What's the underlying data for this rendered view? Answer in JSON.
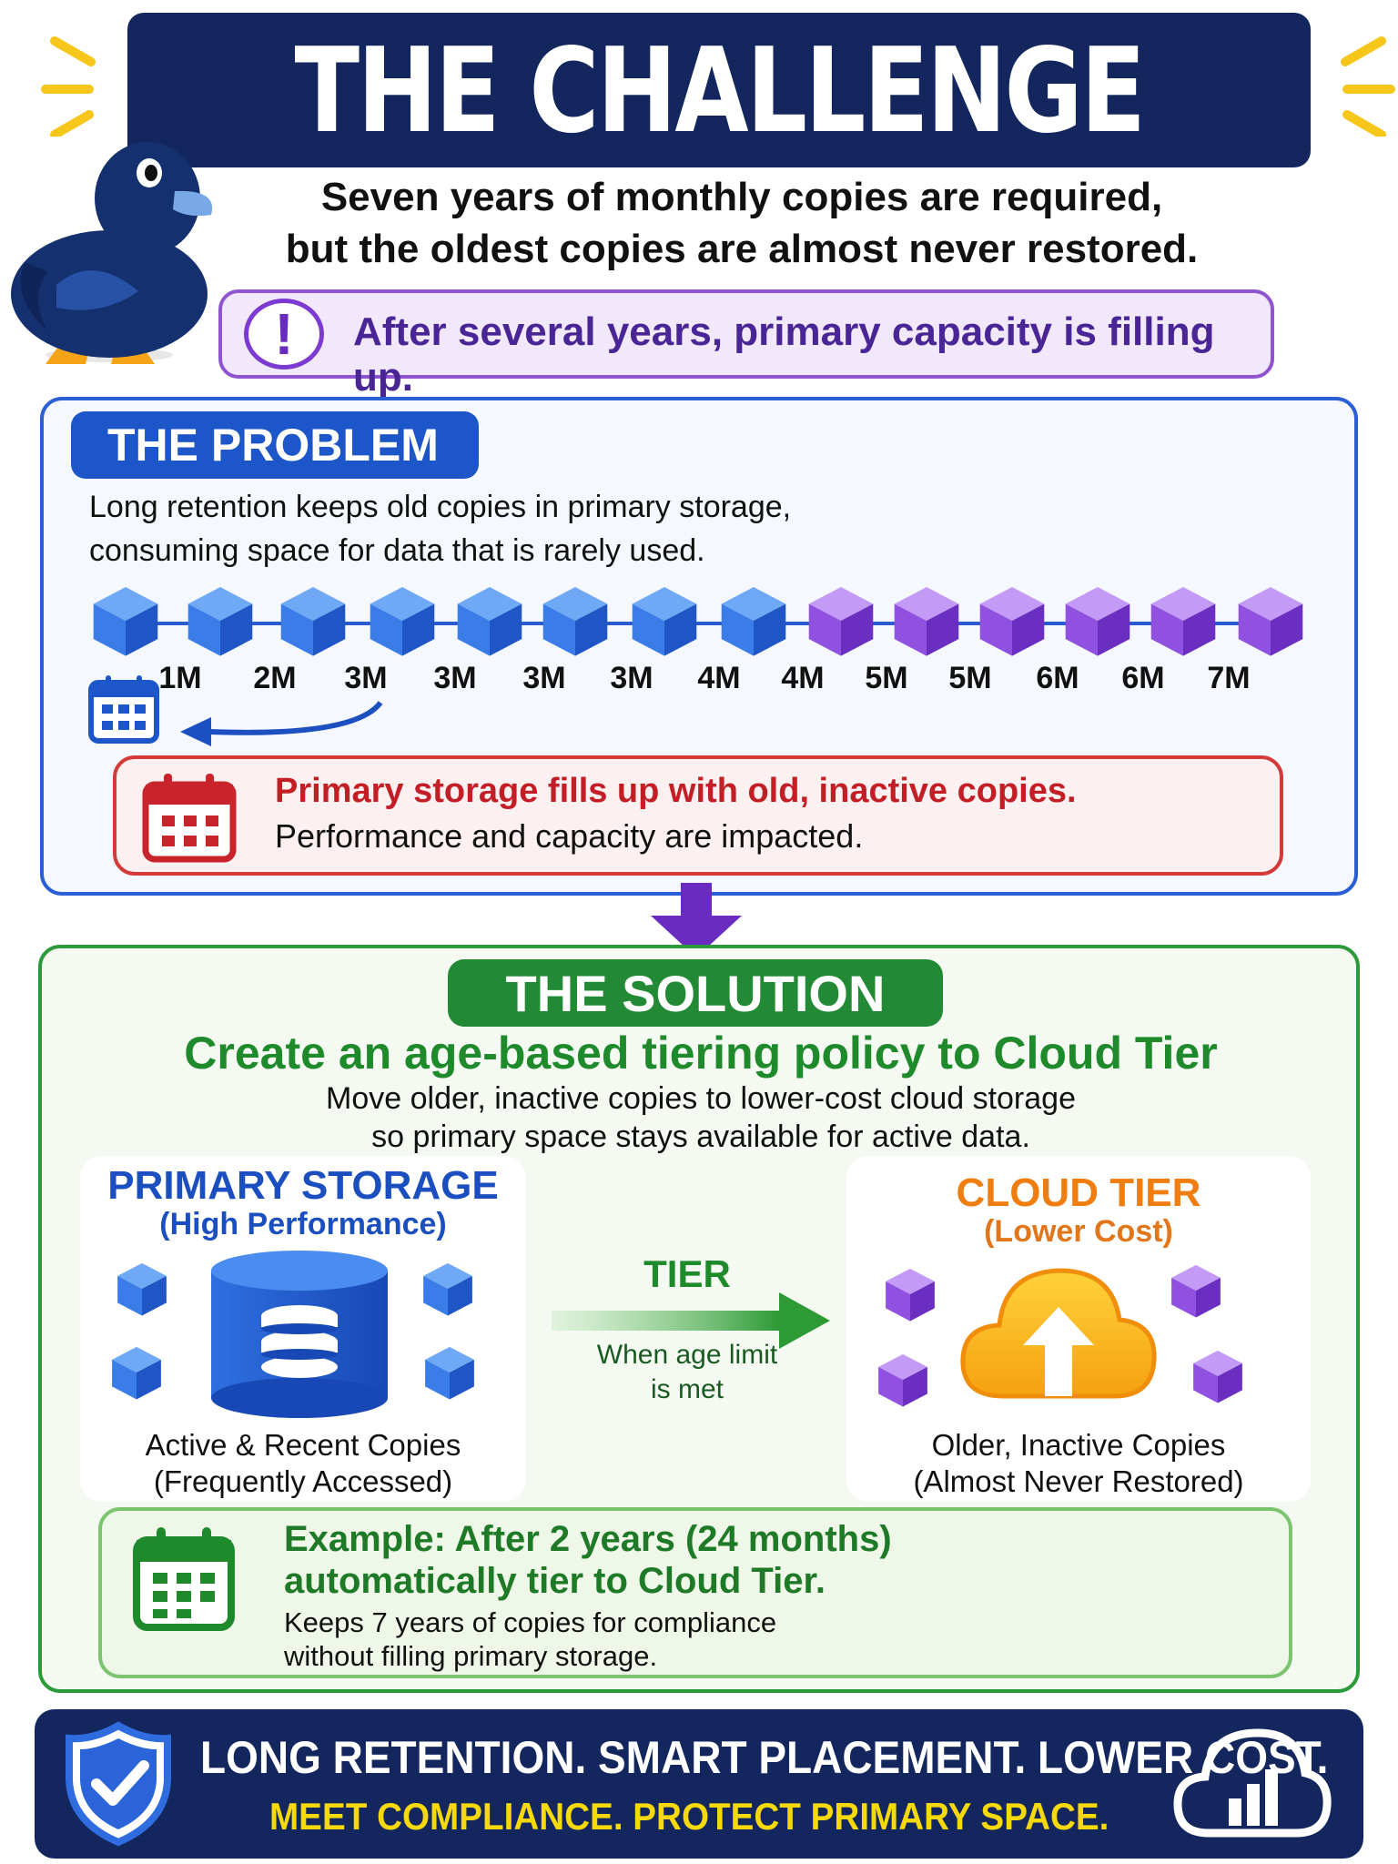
{
  "header": {
    "title": "THE CHALLENGE",
    "subtitle_line1": "Seven years of monthly copies are required,",
    "subtitle_line2": "but the oldest copies are almost never restored.",
    "alert_text": "After several years, primary capacity is filling up."
  },
  "problem": {
    "label": "THE PROBLEM",
    "desc_line1": "Long retention keeps old copies in primary storage,",
    "desc_line2": "consuming space for data that is rarely used.",
    "timeline_labels": [
      "1M",
      "2M",
      "3M",
      "3M",
      "3M",
      "3M",
      "4M",
      "4M",
      "5M",
      "5M",
      "6M",
      "6M",
      "7M"
    ],
    "warning_title": "Primary storage fills up with old, inactive copies.",
    "warning_sub": "Performance and capacity are impacted."
  },
  "solution": {
    "label": "THE SOLUTION",
    "headline": "Create an age-based tiering policy to Cloud Tier",
    "sub_line1": "Move older, inactive copies to lower-cost cloud storage",
    "sub_line2": "so primary space stays available for active data.",
    "primary": {
      "title": "PRIMARY STORAGE",
      "subtitle": "(High Performance)",
      "caption_line1": "Active & Recent Copies",
      "caption_line2": "(Frequently Accessed)"
    },
    "tier": {
      "label": "TIER",
      "sub_line1": "When age limit",
      "sub_line2": "is met"
    },
    "cloud": {
      "title": "CLOUD TIER",
      "subtitle": "(Lower Cost)",
      "caption_line1": "Older, Inactive Copies",
      "caption_line2": "(Almost Never Restored)"
    },
    "example": {
      "title_line1": "Example: After 2 years (24 months)",
      "title_line2": "automatically tier to Cloud Tier.",
      "sub_line1": "Keeps 7 years of copies for compliance",
      "sub_line2": "without filling primary storage."
    }
  },
  "footer": {
    "line1": "LONG RETENTION. SMART PLACEMENT. LOWER COST.",
    "line2": "MEET COMPLIANCE. PROTECT PRIMARY SPACE."
  },
  "colors": {
    "navy": "#13265d",
    "blue": "#1c56c8",
    "purple": "#7c3ad0",
    "green": "#228a34",
    "orange": "#f07d10",
    "red": "#c31e26",
    "yellow": "#f5d90a"
  },
  "icons": [
    "duck-mascot",
    "exclamation-icon",
    "cube-icon",
    "calendar-icon",
    "database-icon",
    "cloud-upload-icon",
    "arrow-right-icon",
    "shield-check-icon",
    "cloud-chart-icon"
  ]
}
